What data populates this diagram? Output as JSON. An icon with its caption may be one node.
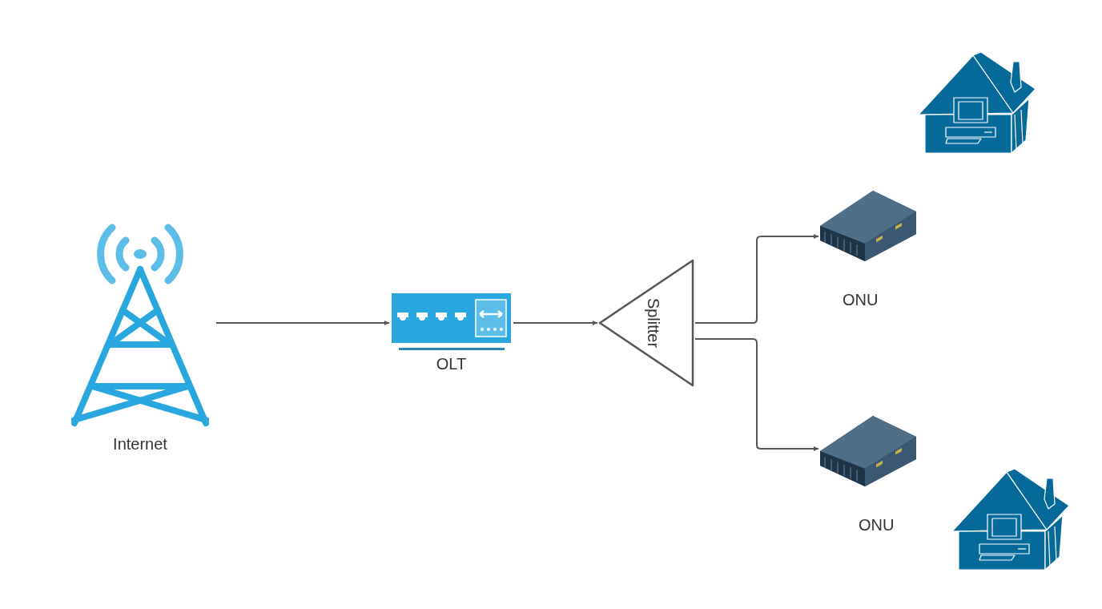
{
  "diagram": {
    "nodes": [
      {
        "text": [
          "Internet"
        ]
      },
      {
        "text": [
          "OLT"
        ]
      },
      {
        "text": [
          "Splitter"
        ]
      },
      {
        "text": [
          "ONU"
        ]
      },
      {
        "text": [
          "ONU"
        ]
      },
      {
        "text": [],
        "shape": "picture"
      },
      {
        "text": [],
        "shape": "picture"
      }
    ],
    "edges": [
      {
        "from": 0,
        "to": 1,
        "arrow": "to"
      },
      {
        "from": 1,
        "to": 2,
        "arrow": "to"
      },
      {
        "from": 2,
        "to": 3,
        "arrow": "to"
      },
      {
        "from": 2,
        "to": 4,
        "arrow": "to"
      }
    ]
  }
}
